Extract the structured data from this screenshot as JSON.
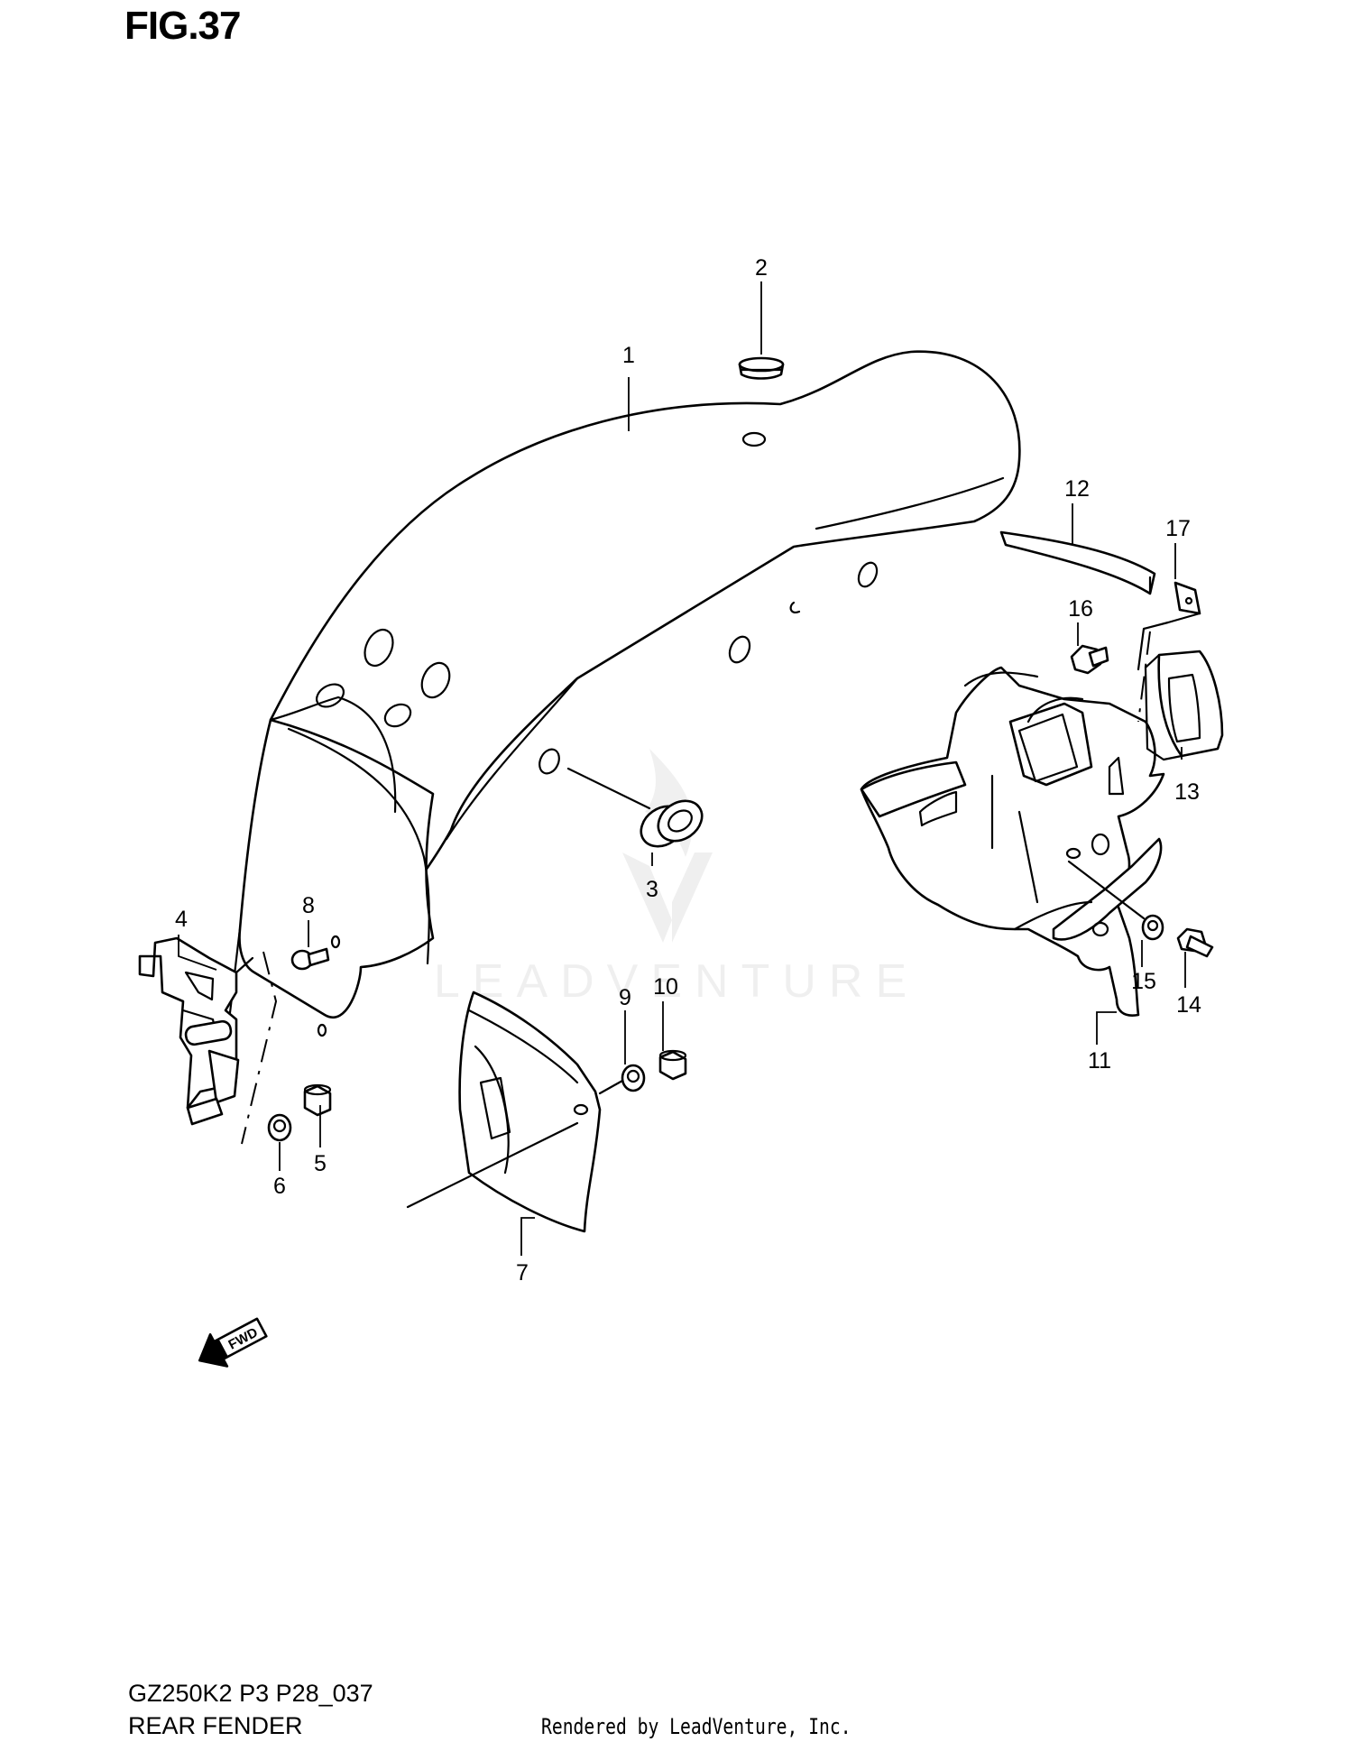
{
  "figure": {
    "title": "FIG.37"
  },
  "callouts": [
    {
      "id": "1",
      "label": "1"
    },
    {
      "id": "2",
      "label": "2"
    },
    {
      "id": "3",
      "label": "3"
    },
    {
      "id": "4",
      "label": "4"
    },
    {
      "id": "5",
      "label": "5"
    },
    {
      "id": "6",
      "label": "6"
    },
    {
      "id": "7",
      "label": "7"
    },
    {
      "id": "8",
      "label": "8"
    },
    {
      "id": "9",
      "label": "9"
    },
    {
      "id": "10",
      "label": "10"
    },
    {
      "id": "11",
      "label": "11"
    },
    {
      "id": "12",
      "label": "12"
    },
    {
      "id": "13",
      "label": "13"
    },
    {
      "id": "14",
      "label": "14"
    },
    {
      "id": "15",
      "label": "15"
    },
    {
      "id": "16",
      "label": "16"
    },
    {
      "id": "17",
      "label": "17"
    }
  ],
  "direction_marker": {
    "label": "FWD"
  },
  "watermark": {
    "text": "LEADVENTURE"
  },
  "footer": {
    "model_code": "GZ250K2 P3 P28_037",
    "section_name": "REAR FENDER",
    "credit": "Rendered by LeadVenture, Inc."
  }
}
